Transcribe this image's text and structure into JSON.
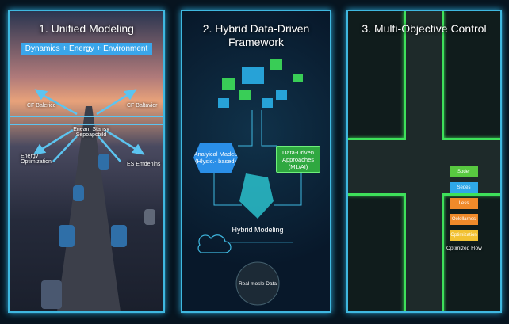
{
  "panel1": {
    "title": "1. Unified Modeling",
    "banner": "Dynamics + Energy + Environment",
    "labels": [
      "CF Balerice",
      "CF Baltavior",
      "Eneam Stansy Sepoapcbild",
      "Energy Optimization",
      "ES Emdenins"
    ]
  },
  "panel2": {
    "title": "2. Hybrid Data-Driven Framework",
    "analytical": "Analyical Madeb (Hlysic.- based)",
    "data_driven": "Data-Driven Approaches (ML/AI)",
    "hybrid": "Hybrid Modeling",
    "realtime": "Real mosle Data"
  },
  "panel3": {
    "title": "3. Multi-Objective Control",
    "labels": [
      "Soder",
      "Sedes",
      "Less",
      "Oolollarnes",
      "Optimization"
    ],
    "flow": "Optimized Flow"
  },
  "colors": {
    "accent": "#3fb8e0",
    "green": "#3ee05a",
    "blue": "#3aa6ea",
    "orange": "#f08a2a",
    "yellow": "#f2c132"
  }
}
